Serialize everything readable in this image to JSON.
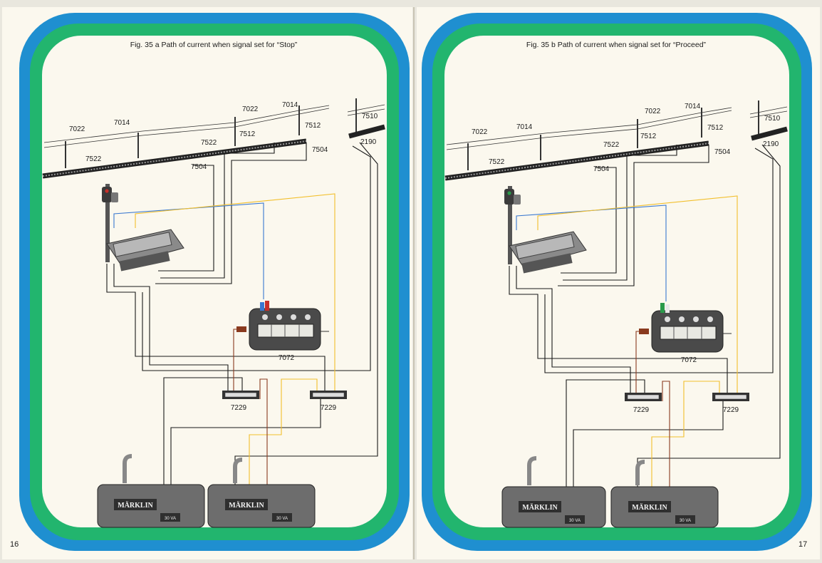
{
  "left_page": {
    "caption": "Fig. 35 a   Path of current when signal set for “Stop”",
    "page_number": "16",
    "labels": {
      "catenary_a": "7022",
      "catenary_b": "7014",
      "catenary_c": "7022",
      "catenary_d": "7014",
      "catenary_e": "7510",
      "mast_a": "7512",
      "mast_b": "7512",
      "track_a": "7522",
      "track_b": "7522",
      "insulator_a": "7504",
      "insulator_b": "7504",
      "feeder": "2190",
      "control_box": "7072",
      "dist_a": "7229",
      "dist_b": "7229"
    },
    "transformer_brand": "MÄRKLIN",
    "transformer_rating": "30 VA"
  },
  "right_page": {
    "caption": "Fig. 35 b   Path of current when signal set for “Proceed”",
    "page_number": "17",
    "labels": {
      "catenary_a": "7022",
      "catenary_b": "7014",
      "catenary_c": "7022",
      "catenary_d": "7014",
      "catenary_e": "7510",
      "mast_a": "7512",
      "mast_b": "7512",
      "track_a": "7522",
      "track_b": "7522",
      "insulator_a": "7504",
      "insulator_b": "7504",
      "feeder": "2190",
      "control_box": "7072",
      "dist_a": "7229",
      "dist_b": "7229"
    },
    "transformer_brand": "MÄRKLIN",
    "transformer_rating": "30 VA"
  },
  "colors": {
    "blue_border": "#1f8fd0",
    "green_border": "#22b56e",
    "paper": "#fbf8ee",
    "wire_black": "#1a1a1a",
    "wire_blue": "#3a78d0",
    "wire_yellow": "#f2bf2c",
    "wire_brown": "#8a3a1e",
    "plug_red": "#c8302a",
    "plug_green": "#2a9a4a"
  },
  "signal_state": {
    "left": "Stop",
    "right": "Proceed"
  }
}
